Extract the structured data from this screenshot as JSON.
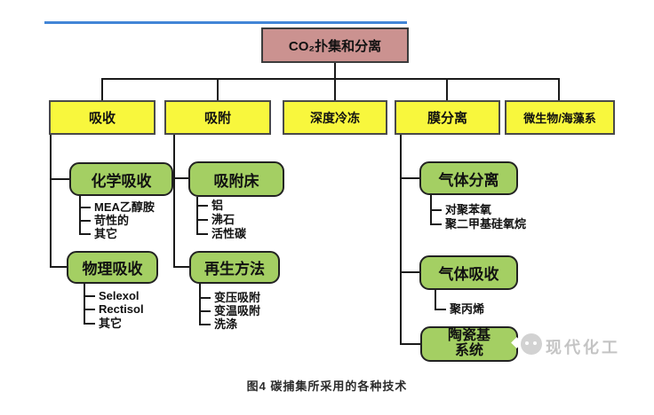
{
  "figure": {
    "caption": "图4 碳捕集所采用的各种技术",
    "watermark_text": "现代化工",
    "watermark_icon": "face-logo-icon"
  },
  "colors": {
    "top_rule": "#4285d6",
    "root_fill": "#cb9290",
    "level1_fill": "#f8f73d",
    "level2_fill": "#a4cf63",
    "connector": "#1a1a1a",
    "watermark_gray": "#c4c4c4"
  },
  "tree": {
    "root": {
      "label": "CO₂扑集和分离"
    },
    "level1": [
      {
        "label": "吸收"
      },
      {
        "label": "吸附"
      },
      {
        "label": "深度冷冻"
      },
      {
        "label": "膜分离"
      },
      {
        "label": "微生物/海藻系"
      }
    ],
    "groups": [
      {
        "parent": "吸收",
        "label": "化学吸收",
        "items": [
          "MEA乙醇胺",
          "苛性的",
          "其它"
        ]
      },
      {
        "parent": "吸收",
        "label": "物理吸收",
        "items": [
          "Selexol",
          "Rectisol",
          "其它"
        ]
      },
      {
        "parent": "吸附",
        "label": "吸附床",
        "items": [
          "铝",
          "沸石",
          "活性碳"
        ]
      },
      {
        "parent": "吸附",
        "label": "再生方法",
        "items": [
          "变压吸附",
          "变温吸附",
          "洗涤"
        ]
      },
      {
        "parent": "膜分离",
        "label": "气体分离",
        "items": [
          "对聚苯氧",
          "聚二甲基硅氧烷"
        ]
      },
      {
        "parent": "膜分离",
        "label": "气体吸收",
        "items": [
          "聚丙烯"
        ]
      },
      {
        "parent": "膜分离",
        "label": "陶瓷基\n系统",
        "items": []
      }
    ]
  }
}
